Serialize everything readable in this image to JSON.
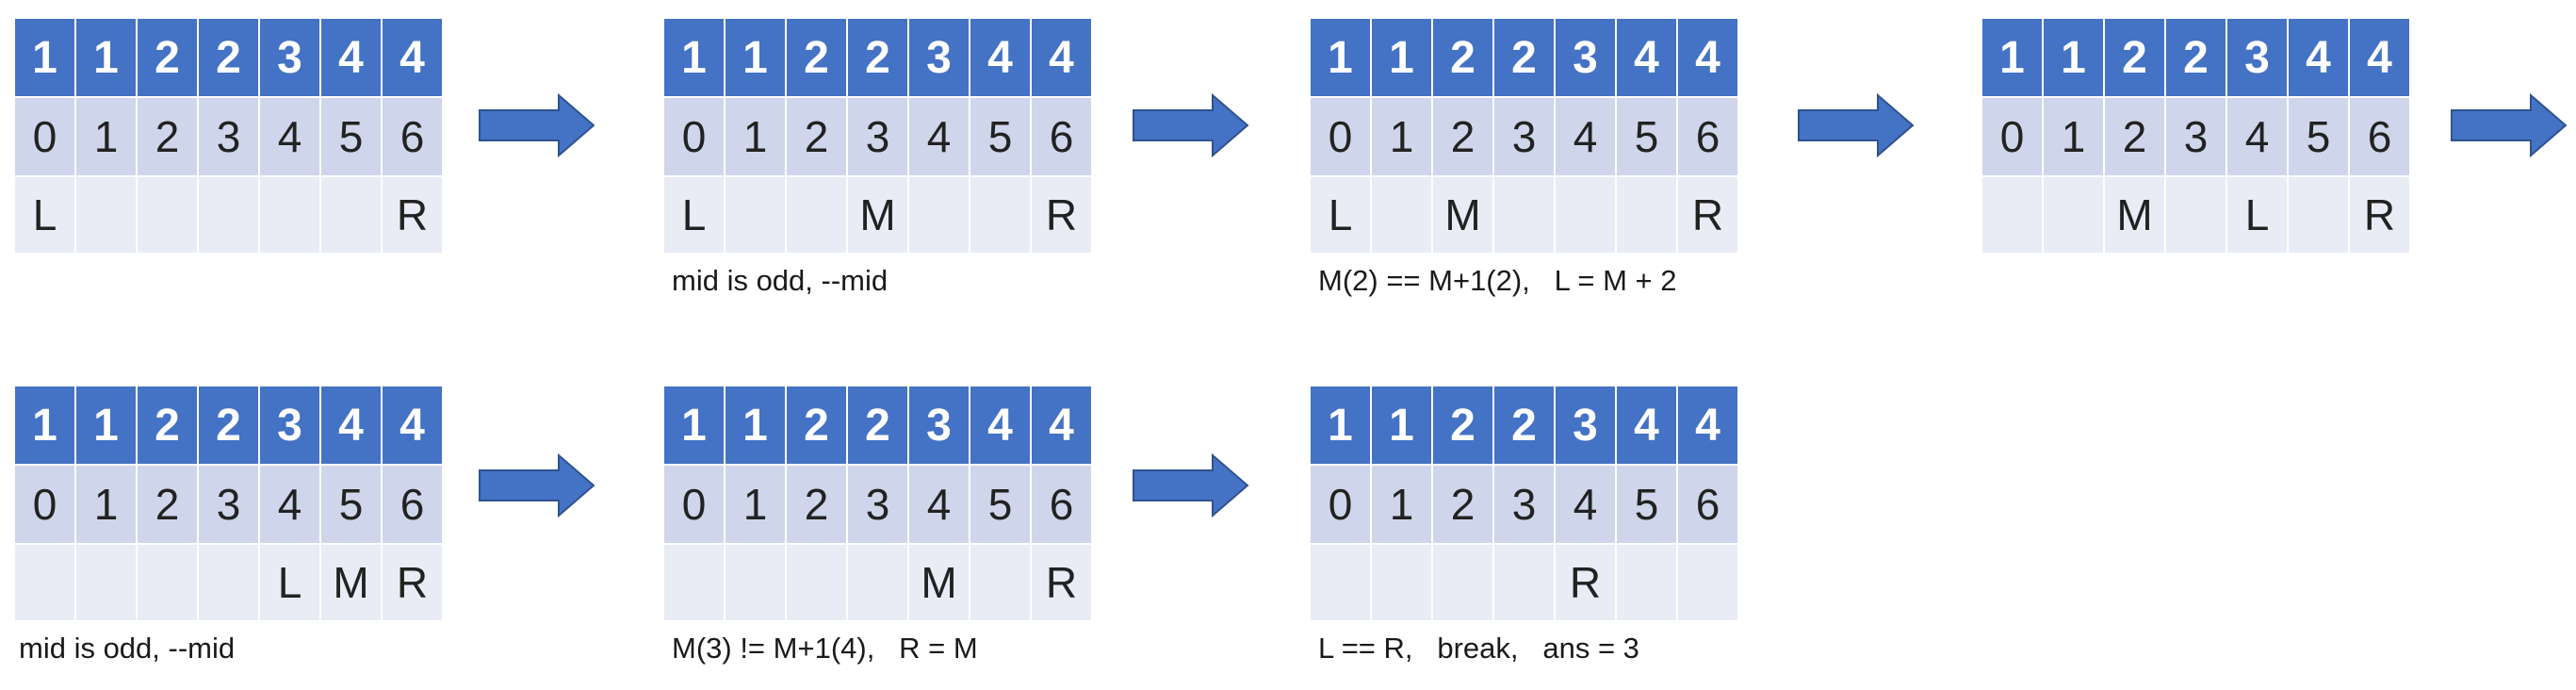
{
  "values": [
    "1",
    "1",
    "2",
    "2",
    "3",
    "4",
    "4"
  ],
  "indices": [
    "0",
    "1",
    "2",
    "3",
    "4",
    "5",
    "6"
  ],
  "panels": [
    {
      "pointers": [
        "L",
        "",
        "",
        "",
        "",
        "",
        "R"
      ],
      "caption": ""
    },
    {
      "pointers": [
        "L",
        "",
        "",
        "M",
        "",
        "",
        "R"
      ],
      "caption": "mid is odd, --mid"
    },
    {
      "pointers": [
        "L",
        "",
        "M",
        "",
        "",
        "",
        "R"
      ],
      "caption": "M(2) == M+1(2),   L = M + 2"
    },
    {
      "pointers": [
        "",
        "",
        "M",
        "",
        "L",
        "",
        "R"
      ],
      "caption": ""
    },
    {
      "pointers": [
        "",
        "",
        "",
        "",
        "L",
        "M",
        "R"
      ],
      "caption": "mid is odd, --mid"
    },
    {
      "pointers": [
        "",
        "",
        "",
        "",
        "M",
        "",
        "R"
      ],
      "caption": "M(3) != M+1(4),   R = M"
    },
    {
      "pointers": [
        "",
        "",
        "",
        "",
        "R",
        "",
        ""
      ],
      "caption": "L == R,   break,   ans = 3"
    }
  ],
  "colors": {
    "value_row": "#4472c4",
    "index_row": "#cfd5ea",
    "pointer_row": "#e9ebf5",
    "arrow_fill": "#4472c4",
    "arrow_stroke": "#2f528f"
  },
  "arrow_icon": "right-arrow-icon"
}
